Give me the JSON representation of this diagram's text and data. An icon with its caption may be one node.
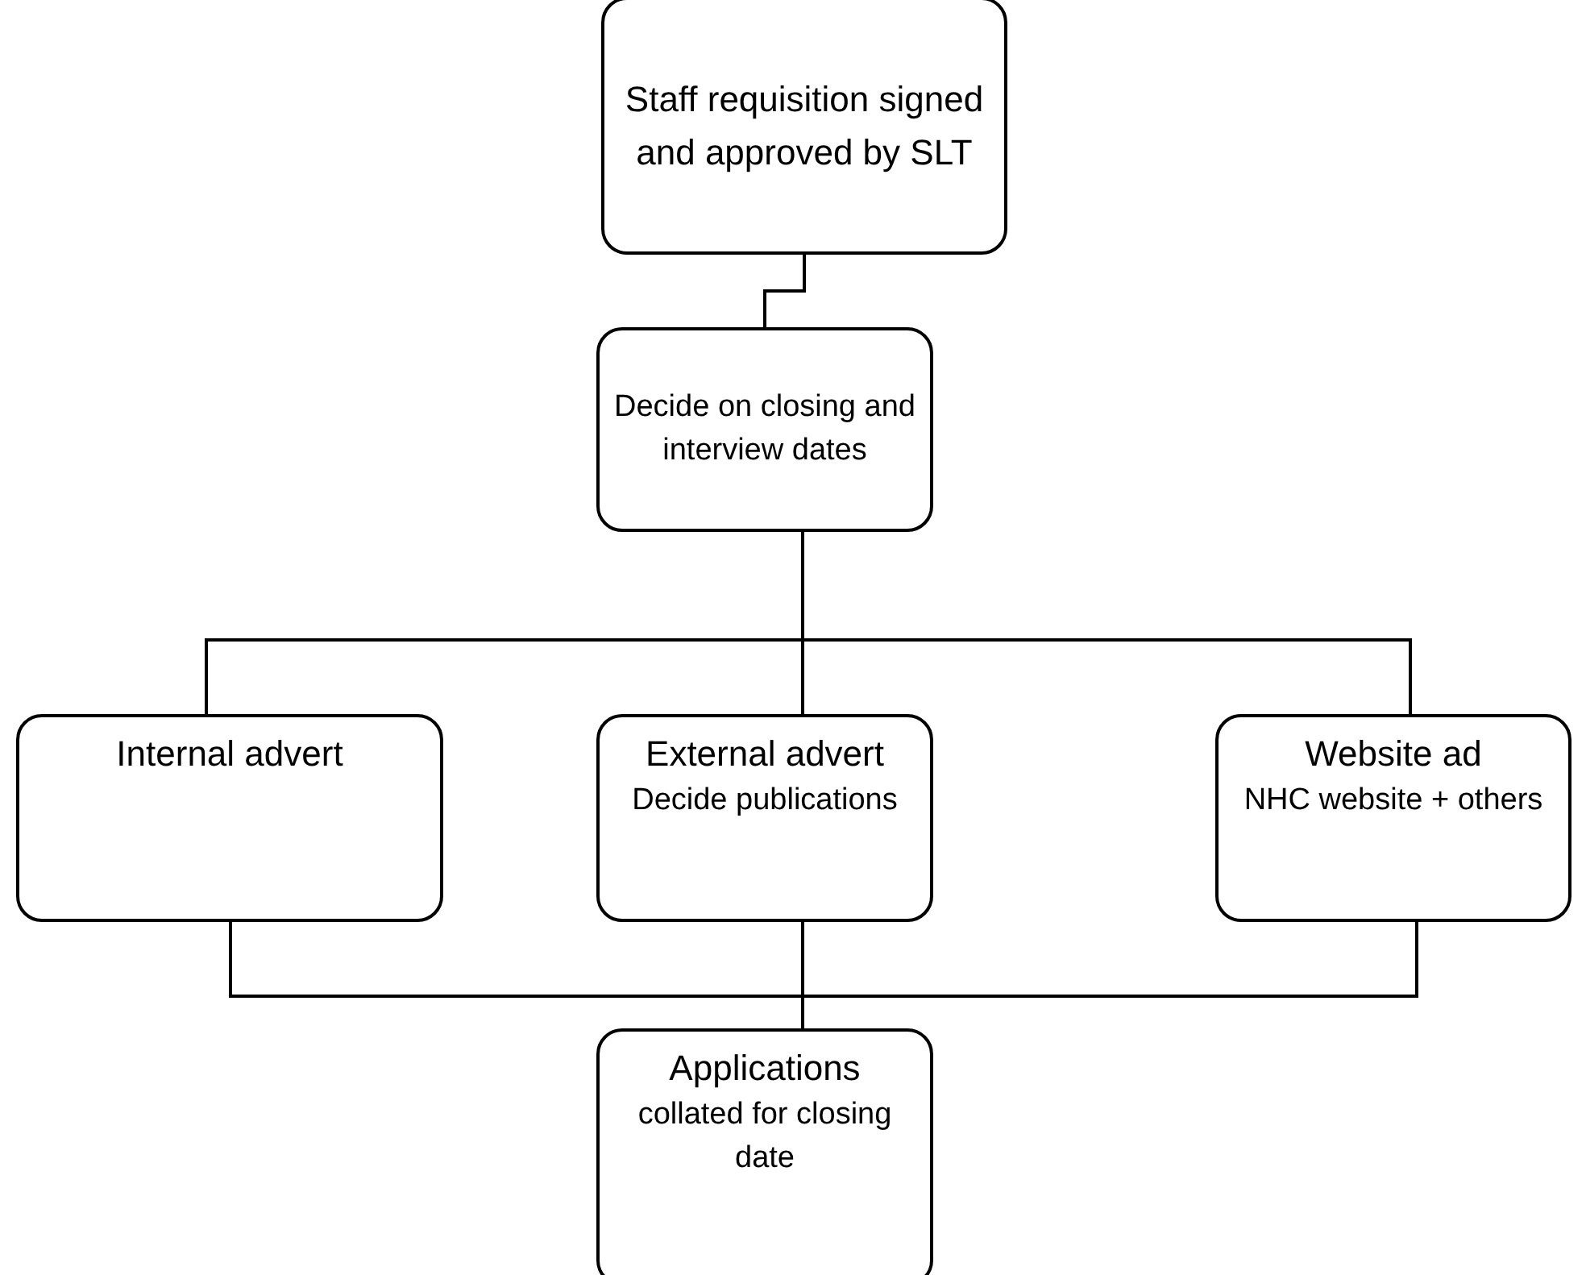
{
  "diagram": {
    "nodes": [
      {
        "text": [
          "Staff requisition signed and approved by SLT"
        ]
      },
      {
        "text": [
          "Decide on closing and interview dates"
        ]
      },
      {
        "text": [
          "Internal advert"
        ]
      },
      {
        "text": [
          "External advert",
          "Decide publications"
        ]
      },
      {
        "text": [
          "Website ad",
          "NHC website + others"
        ]
      },
      {
        "text": [
          "Applications",
          "collated for closing date"
        ]
      }
    ],
    "edges": [
      {
        "from": 0,
        "to": 1,
        "arrow": "none"
      },
      {
        "from": 1,
        "to": 2,
        "arrow": "none"
      },
      {
        "from": 1,
        "to": 3,
        "arrow": "none"
      },
      {
        "from": 1,
        "to": 4,
        "arrow": "none"
      },
      {
        "from": 2,
        "to": 5,
        "arrow": "none"
      },
      {
        "from": 3,
        "to": 5,
        "arrow": "none"
      },
      {
        "from": 4,
        "to": 5,
        "arrow": "none"
      }
    ]
  }
}
